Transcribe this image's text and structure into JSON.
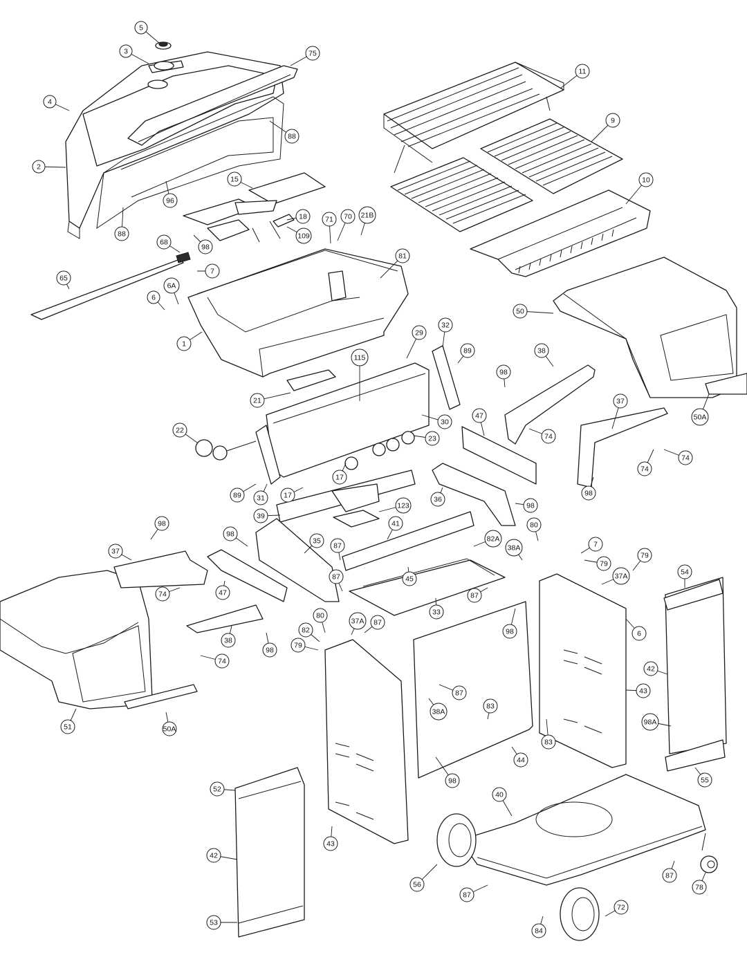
{
  "callouts": [
    {
      "label": "5"
    },
    {
      "label": "3"
    },
    {
      "label": "75"
    },
    {
      "label": "4"
    },
    {
      "label": "88"
    },
    {
      "label": "2"
    },
    {
      "label": "96"
    },
    {
      "label": "88"
    },
    {
      "label": "15"
    },
    {
      "label": "18"
    },
    {
      "label": "98"
    },
    {
      "label": "109"
    },
    {
      "label": "71"
    },
    {
      "label": "70"
    },
    {
      "label": "21B"
    },
    {
      "label": "68"
    },
    {
      "label": "65"
    },
    {
      "label": "7"
    },
    {
      "label": "6A"
    },
    {
      "label": "6"
    },
    {
      "label": "81"
    },
    {
      "label": "1"
    },
    {
      "label": "11"
    },
    {
      "label": "9"
    },
    {
      "label": "10"
    },
    {
      "label": "50"
    },
    {
      "label": "50A"
    },
    {
      "label": "29"
    },
    {
      "label": "32"
    },
    {
      "label": "89"
    },
    {
      "label": "115"
    },
    {
      "label": "21"
    },
    {
      "label": "30"
    },
    {
      "label": "22"
    },
    {
      "label": "23"
    },
    {
      "label": "17"
    },
    {
      "label": "17"
    },
    {
      "label": "89"
    },
    {
      "label": "31"
    },
    {
      "label": "38"
    },
    {
      "label": "98"
    },
    {
      "label": "74"
    },
    {
      "label": "47"
    },
    {
      "label": "37"
    },
    {
      "label": "74"
    },
    {
      "label": "74"
    },
    {
      "label": "98"
    },
    {
      "label": "36"
    },
    {
      "label": "98"
    },
    {
      "label": "39"
    },
    {
      "label": "123"
    },
    {
      "label": "98"
    },
    {
      "label": "35"
    },
    {
      "label": "41"
    },
    {
      "label": "87"
    },
    {
      "label": "82A"
    },
    {
      "label": "45"
    },
    {
      "label": "80"
    },
    {
      "label": "7"
    },
    {
      "label": "79"
    },
    {
      "label": "38A"
    },
    {
      "label": "79"
    },
    {
      "label": "37A"
    },
    {
      "label": "54"
    },
    {
      "label": "87"
    },
    {
      "label": "33"
    },
    {
      "label": "87"
    },
    {
      "label": "98"
    },
    {
      "label": "6"
    },
    {
      "label": "98"
    },
    {
      "label": "37"
    },
    {
      "label": "74"
    },
    {
      "label": "47"
    },
    {
      "label": "38"
    },
    {
      "label": "98"
    },
    {
      "label": "74"
    },
    {
      "label": "80"
    },
    {
      "label": "37A"
    },
    {
      "label": "87"
    },
    {
      "label": "82"
    },
    {
      "label": "79"
    },
    {
      "label": "87"
    },
    {
      "label": "38A"
    },
    {
      "label": "83"
    },
    {
      "label": "42"
    },
    {
      "label": "43"
    },
    {
      "label": "98A"
    },
    {
      "label": "83"
    },
    {
      "label": "44"
    },
    {
      "label": "98"
    },
    {
      "label": "55"
    },
    {
      "label": "51"
    },
    {
      "label": "50A"
    },
    {
      "label": "52"
    },
    {
      "label": "40"
    },
    {
      "label": "42"
    },
    {
      "label": "43"
    },
    {
      "label": "56"
    },
    {
      "label": "87"
    },
    {
      "label": "87"
    },
    {
      "label": "78"
    },
    {
      "label": "72"
    },
    {
      "label": "84"
    },
    {
      "label": "53"
    }
  ]
}
